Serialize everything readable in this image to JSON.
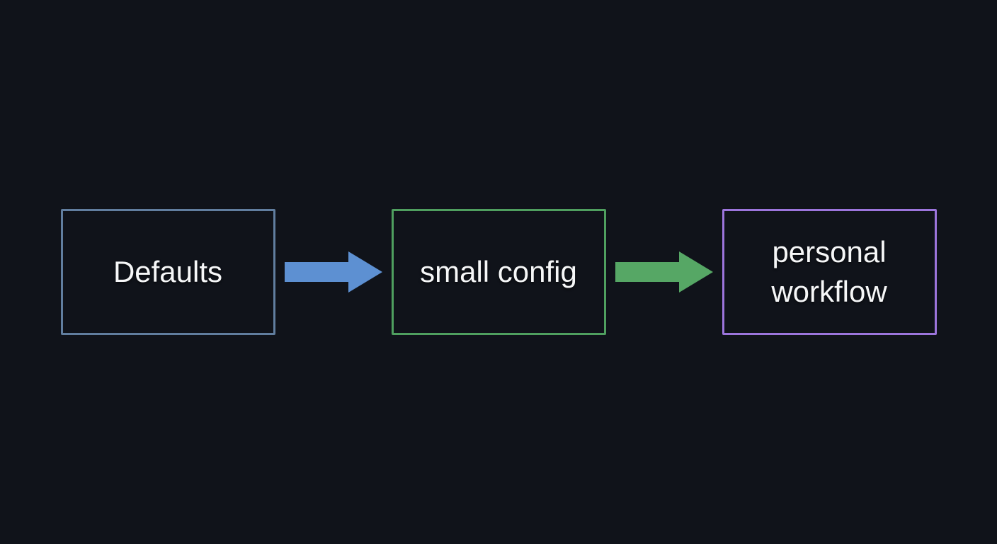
{
  "diagram": {
    "background_color": "#10131a",
    "text_color": "#f6f7f8",
    "nodes": [
      {
        "label": "Defaults",
        "border_color": "#617e9f"
      },
      {
        "label": "small config",
        "border_color": "#4f9f5f"
      },
      {
        "label": "personal workflow",
        "border_color": "#9c75dc"
      }
    ],
    "arrows": [
      {
        "from": "Defaults",
        "to": "small config",
        "color": "#5d90d2",
        "direction": "right"
      },
      {
        "from": "small config",
        "to": "personal workflow",
        "color": "#56a765",
        "direction": "right"
      }
    ]
  }
}
